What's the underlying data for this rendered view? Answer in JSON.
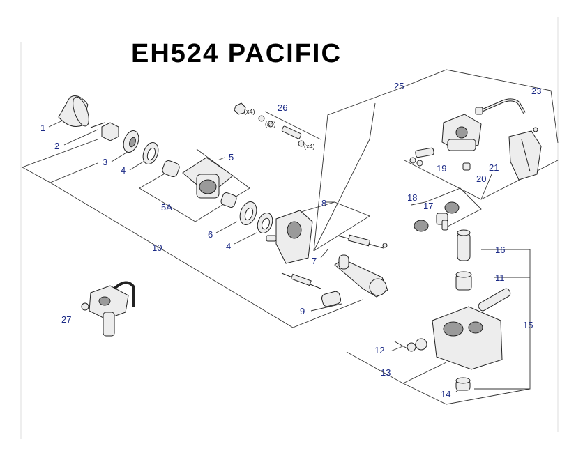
{
  "title": "EH524 PACIFIC",
  "colors": {
    "callout": "#1b2a86",
    "title": "#000000",
    "line": "#333333",
    "background": "#ffffff"
  },
  "callouts": [
    "1",
    "2",
    "3",
    "4",
    "5",
    "5A",
    "6",
    "4",
    "7",
    "8",
    "9",
    "10",
    "11",
    "12",
    "13",
    "14",
    "15",
    "16",
    "17",
    "18",
    "19",
    "20",
    "21",
    "23",
    "25",
    "26",
    "27"
  ],
  "quantities": [
    "(x4)",
    "(x4)",
    "(x4)"
  ]
}
